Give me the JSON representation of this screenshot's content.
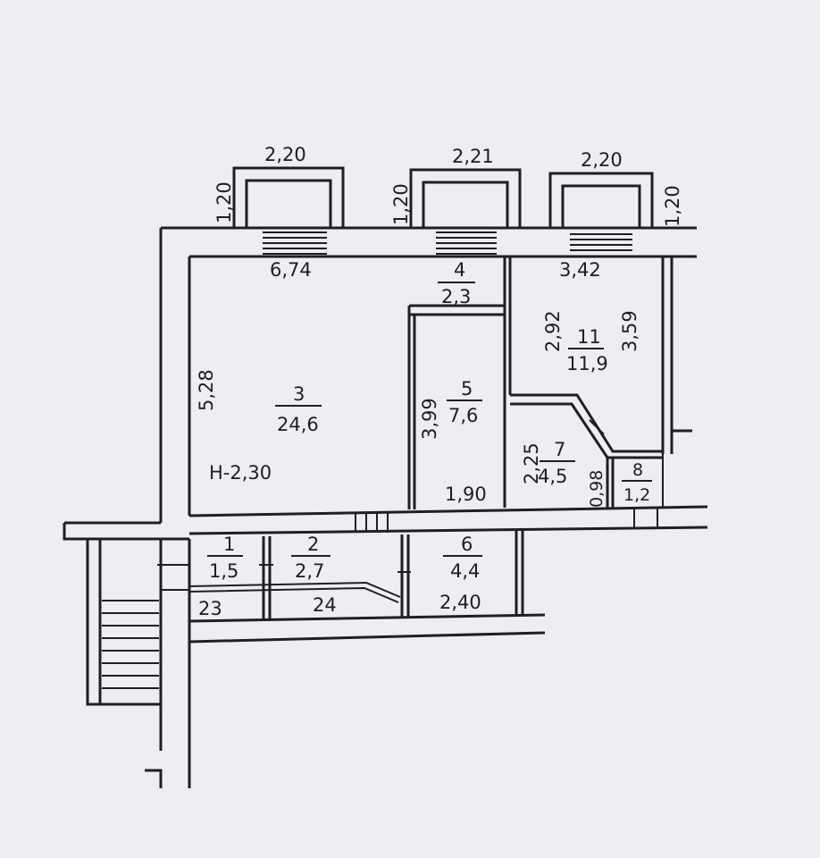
{
  "plan": {
    "ceiling_height": "H-2,30",
    "rooms": [
      {
        "id": "1",
        "area": "1,5"
      },
      {
        "id": "2",
        "area": "2,7"
      },
      {
        "id": "3",
        "area": "24,6"
      },
      {
        "id": "4",
        "area": "2,3"
      },
      {
        "id": "5",
        "area": "7,6"
      },
      {
        "id": "6",
        "area": "4,4"
      },
      {
        "id": "7",
        "area": "4,5"
      },
      {
        "id": "8",
        "area": "1,2"
      },
      {
        "id": "11",
        "area": "11,9"
      }
    ],
    "dimensions": {
      "bay1_width": "2,20",
      "bay2_width": "2,21",
      "bay3_width": "2,20",
      "bay1_depth": "1,20",
      "bay2_depth": "1,20",
      "bay3_depth": "1,20",
      "room3_width": "6,74",
      "room3_height": "5,28",
      "room11_width": "3,42",
      "room11_left": "2,92",
      "room11_right": "3,59",
      "room5_height": "3,99",
      "room5_width": "1,90",
      "room7_height": "2,25",
      "room8_height": "0,98",
      "room6_width": "2,40"
    },
    "corridor_marks": [
      "23",
      "24"
    ]
  }
}
